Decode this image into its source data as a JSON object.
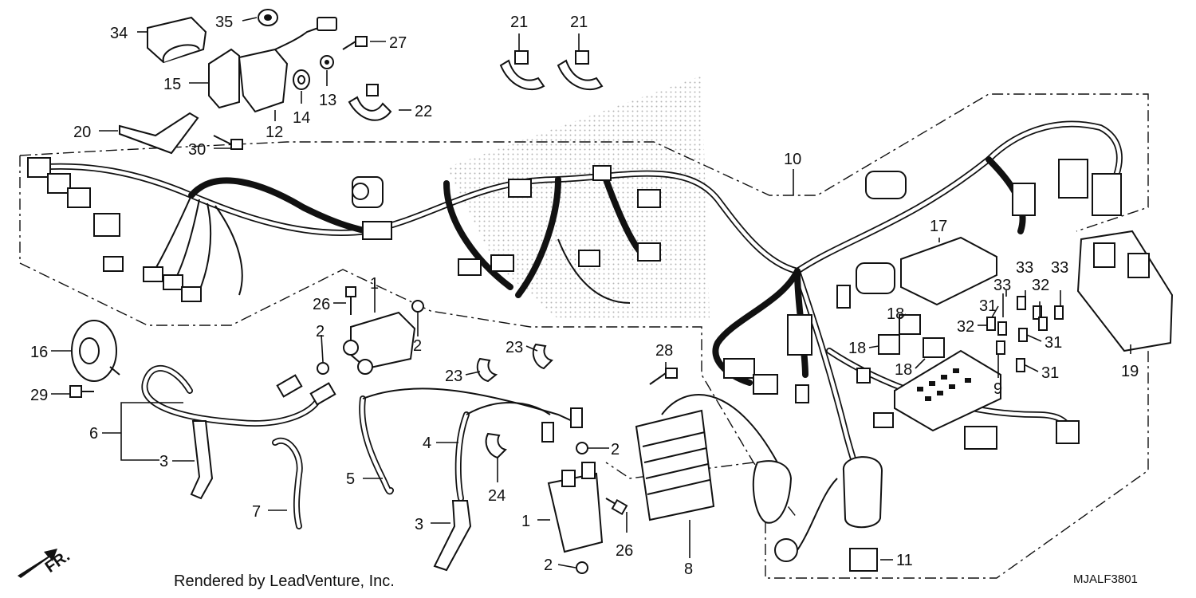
{
  "footer": {
    "rendered_by": "Rendered by LeadVenture, Inc."
  },
  "diagram_code": "MJALF3801",
  "front_marker": "FR.",
  "callouts": {
    "p1a": "1",
    "p1b": "1",
    "p2a": "2",
    "p2b": "2",
    "p2c": "2",
    "p2d": "2",
    "p3a": "3",
    "p3b": "3",
    "p4": "4",
    "p5": "5",
    "p6": "6",
    "p7": "7",
    "p8": "8",
    "p9": "9",
    "p10": "10",
    "p11": "11",
    "p12": "12",
    "p13": "13",
    "p14": "14",
    "p15": "15",
    "p16": "16",
    "p17": "17",
    "p18a": "18",
    "p18b": "18",
    "p18c": "18",
    "p19": "19",
    "p20": "20",
    "p21a": "21",
    "p21b": "21",
    "p22": "22",
    "p23a": "23",
    "p23b": "23",
    "p24": "24",
    "p26a": "26",
    "p26b": "26",
    "p27": "27",
    "p28": "28",
    "p29": "29",
    "p30": "30",
    "p31a": "31",
    "p31b": "31",
    "p31c": "31",
    "p32a": "32",
    "p32b": "32",
    "p33a": "33",
    "p33b": "33",
    "p33c": "33",
    "p34": "34",
    "p35": "35"
  }
}
